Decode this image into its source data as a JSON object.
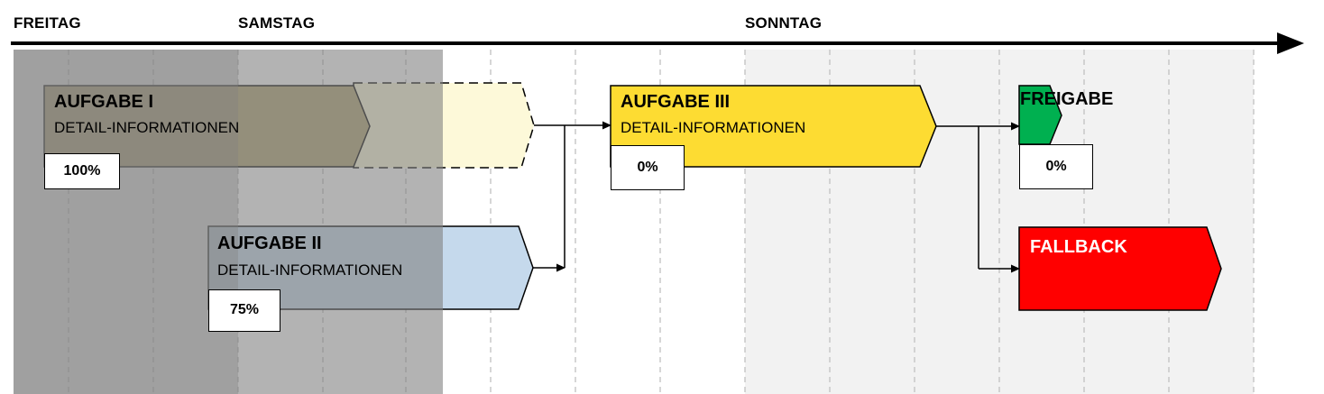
{
  "days": {
    "friday": "FREITAG",
    "saturday": "SAMSTAG",
    "sunday": "SONNTAG"
  },
  "tasks": {
    "task1": {
      "title": "AUFGABE I",
      "details": "DETAIL-INFORMATIONEN",
      "progress": "100%",
      "color": "#b2a574"
    },
    "task2": {
      "title": "AUFGABE II",
      "details": "DETAIL-INFORMATIONEN",
      "progress": "75%",
      "color": "#c5d9ec"
    },
    "task3": {
      "title": "AUFGABE III",
      "details": "DETAIL-INFORMATIONEN",
      "progress": "0%",
      "color": "#fddc32"
    },
    "release": {
      "title": "FREIGABE",
      "progress": "0%",
      "color": "#00b050"
    },
    "fallback": {
      "title": "FALLBACK",
      "color": "#ff0000"
    }
  },
  "colors": {
    "past_shade": "#808080",
    "sunday_shade": "#f2f2f2",
    "grid": "#c0c0c0",
    "task1_extension": "#fdf9d9"
  }
}
